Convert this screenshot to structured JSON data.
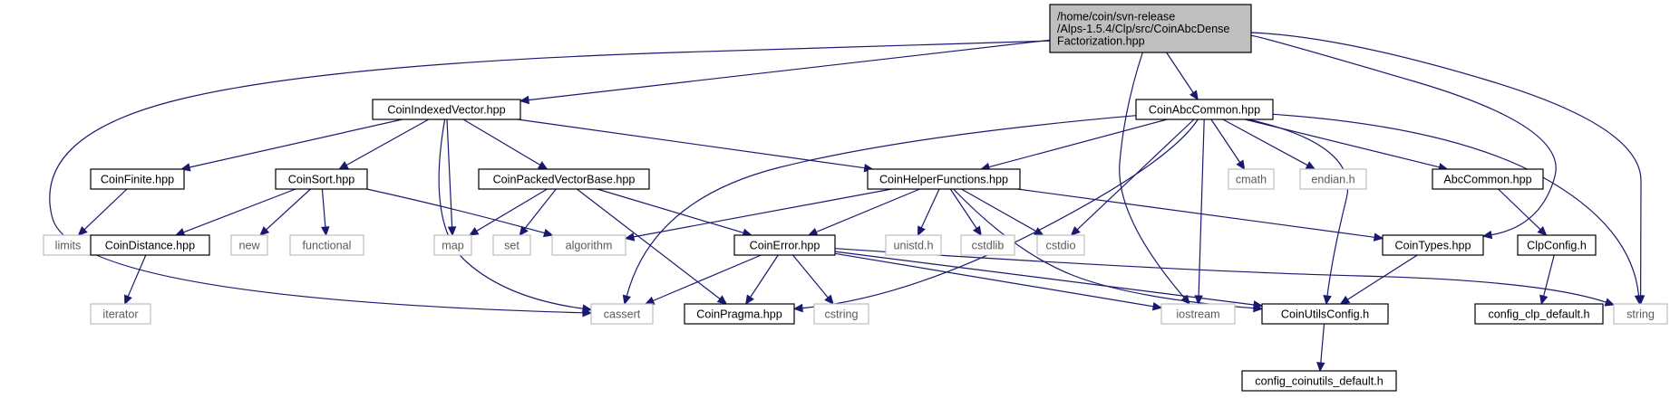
{
  "colors": {
    "edge": "#191970",
    "root_fill": "#bfbfbf",
    "documented_border": "#000000",
    "system_border": "#bfbfbf",
    "system_text": "#5a5a5a"
  },
  "nodes": [
    {
      "id": "root",
      "kind": "root",
      "lines": [
        "/home/coin/svn-release",
        "/Alps-1.5.4/Clp/src/CoinAbcDense",
        "Factorization.hpp"
      ]
    },
    {
      "id": "CoinIndexedVector",
      "kind": "documented",
      "lines": [
        "CoinIndexedVector.hpp"
      ]
    },
    {
      "id": "CoinAbcCommon",
      "kind": "documented",
      "lines": [
        "CoinAbcCommon.hpp"
      ]
    },
    {
      "id": "CoinFinite",
      "kind": "documented",
      "lines": [
        "CoinFinite.hpp"
      ]
    },
    {
      "id": "CoinSort",
      "kind": "documented",
      "lines": [
        "CoinSort.hpp"
      ]
    },
    {
      "id": "CoinPackedVectorBase",
      "kind": "documented",
      "lines": [
        "CoinPackedVectorBase.hpp"
      ]
    },
    {
      "id": "CoinHelperFunctions",
      "kind": "documented",
      "lines": [
        "CoinHelperFunctions.hpp"
      ]
    },
    {
      "id": "cmath",
      "kind": "system",
      "lines": [
        "cmath"
      ]
    },
    {
      "id": "endian",
      "kind": "system",
      "lines": [
        "endian.h"
      ]
    },
    {
      "id": "AbcCommon",
      "kind": "documented",
      "lines": [
        "AbcCommon.hpp"
      ]
    },
    {
      "id": "limits",
      "kind": "system",
      "lines": [
        "limits"
      ]
    },
    {
      "id": "CoinDistance",
      "kind": "documented",
      "lines": [
        "CoinDistance.hpp"
      ]
    },
    {
      "id": "new",
      "kind": "system",
      "lines": [
        "new"
      ]
    },
    {
      "id": "functional",
      "kind": "system",
      "lines": [
        "functional"
      ]
    },
    {
      "id": "map",
      "kind": "system",
      "lines": [
        "map"
      ]
    },
    {
      "id": "set",
      "kind": "system",
      "lines": [
        "set"
      ]
    },
    {
      "id": "algorithm",
      "kind": "system",
      "lines": [
        "algorithm"
      ]
    },
    {
      "id": "CoinError",
      "kind": "documented",
      "lines": [
        "CoinError.hpp"
      ]
    },
    {
      "id": "unistd",
      "kind": "system",
      "lines": [
        "unistd.h"
      ]
    },
    {
      "id": "cstdlib",
      "kind": "system",
      "lines": [
        "cstdlib"
      ]
    },
    {
      "id": "cstdio",
      "kind": "system",
      "lines": [
        "cstdio"
      ]
    },
    {
      "id": "CoinTypes",
      "kind": "documented",
      "lines": [
        "CoinTypes.hpp"
      ]
    },
    {
      "id": "ClpConfig",
      "kind": "documented",
      "lines": [
        "ClpConfig.h"
      ]
    },
    {
      "id": "iterator",
      "kind": "system",
      "lines": [
        "iterator"
      ]
    },
    {
      "id": "cassert",
      "kind": "system",
      "lines": [
        "cassert"
      ]
    },
    {
      "id": "CoinPragma",
      "kind": "documented",
      "lines": [
        "CoinPragma.hpp"
      ]
    },
    {
      "id": "cstring",
      "kind": "system",
      "lines": [
        "cstring"
      ]
    },
    {
      "id": "iostream",
      "kind": "system",
      "lines": [
        "iostream"
      ]
    },
    {
      "id": "CoinUtilsConfig",
      "kind": "documented",
      "lines": [
        "CoinUtilsConfig.h"
      ]
    },
    {
      "id": "config_clp_default",
      "kind": "documented",
      "lines": [
        "config_clp_default.h"
      ]
    },
    {
      "id": "string",
      "kind": "system",
      "lines": [
        "string"
      ]
    },
    {
      "id": "config_coinutils_default",
      "kind": "documented",
      "lines": [
        "config_coinutils_default.h"
      ]
    }
  ],
  "edges": [
    [
      "root",
      "CoinIndexedVector"
    ],
    [
      "root",
      "CoinAbcCommon"
    ],
    [
      "root",
      "cassert"
    ],
    [
      "root",
      "iostream"
    ],
    [
      "root",
      "CoinTypes"
    ],
    [
      "root",
      "string"
    ],
    [
      "CoinIndexedVector",
      "CoinFinite"
    ],
    [
      "CoinIndexedVector",
      "CoinSort"
    ],
    [
      "CoinIndexedVector",
      "CoinPackedVectorBase"
    ],
    [
      "CoinIndexedVector",
      "CoinHelperFunctions"
    ],
    [
      "CoinIndexedVector",
      "map"
    ],
    [
      "CoinIndexedVector",
      "cassert"
    ],
    [
      "CoinFinite",
      "limits"
    ],
    [
      "CoinSort",
      "CoinDistance"
    ],
    [
      "CoinSort",
      "new"
    ],
    [
      "CoinSort",
      "functional"
    ],
    [
      "CoinSort",
      "algorithm"
    ],
    [
      "CoinDistance",
      "iterator"
    ],
    [
      "CoinPackedVectorBase",
      "map"
    ],
    [
      "CoinPackedVectorBase",
      "set"
    ],
    [
      "CoinPackedVectorBase",
      "CoinError"
    ],
    [
      "CoinPackedVectorBase",
      "CoinPragma"
    ],
    [
      "CoinHelperFunctions",
      "algorithm"
    ],
    [
      "CoinHelperFunctions",
      "CoinError"
    ],
    [
      "CoinHelperFunctions",
      "unistd"
    ],
    [
      "CoinHelperFunctions",
      "cstdlib"
    ],
    [
      "CoinHelperFunctions",
      "cstdio"
    ],
    [
      "CoinHelperFunctions",
      "CoinTypes"
    ],
    [
      "CoinHelperFunctions",
      "CoinUtilsConfig"
    ],
    [
      "CoinError",
      "cassert"
    ],
    [
      "CoinError",
      "CoinPragma"
    ],
    [
      "CoinError",
      "cstring"
    ],
    [
      "CoinError",
      "iostream"
    ],
    [
      "CoinError",
      "CoinUtilsConfig"
    ],
    [
      "CoinError",
      "string"
    ],
    [
      "CoinAbcCommon",
      "CoinHelperFunctions"
    ],
    [
      "CoinAbcCommon",
      "cassert"
    ],
    [
      "CoinAbcCommon",
      "CoinPragma"
    ],
    [
      "CoinAbcCommon",
      "cstdio"
    ],
    [
      "CoinAbcCommon",
      "iostream"
    ],
    [
      "CoinAbcCommon",
      "cmath"
    ],
    [
      "CoinAbcCommon",
      "endian"
    ],
    [
      "CoinAbcCommon",
      "AbcCommon"
    ],
    [
      "CoinAbcCommon",
      "CoinUtilsConfig"
    ],
    [
      "CoinAbcCommon",
      "string"
    ],
    [
      "AbcCommon",
      "ClpConfig"
    ],
    [
      "ClpConfig",
      "config_clp_default"
    ],
    [
      "CoinTypes",
      "CoinUtilsConfig"
    ],
    [
      "CoinUtilsConfig",
      "config_coinutils_default"
    ]
  ]
}
